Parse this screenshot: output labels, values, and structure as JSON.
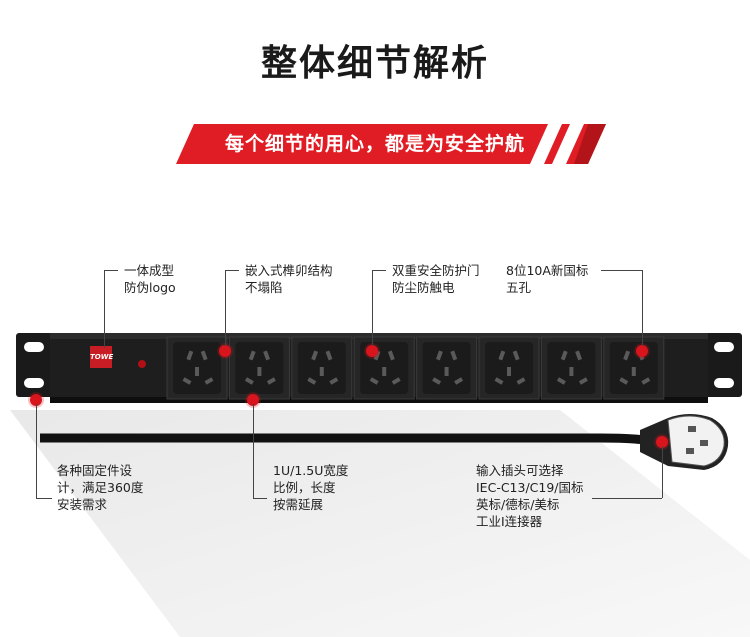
{
  "page": {
    "title": "整体细节解析",
    "banner": "每个细节的用心，都是为安全护航"
  },
  "callouts": {
    "integrated_anti_counterfeit": [
      "一体成型",
      "防伪logo"
    ],
    "embedded_mortise": [
      "嵌入式榫卯结构",
      "不塌陷"
    ],
    "safety_shutter": [
      "双重安全防护门",
      "防尘防触电"
    ],
    "outlets": [
      "8位10A新国标",
      "五孔"
    ],
    "mounting": [
      "各种固定件设",
      "计，满足360度",
      "安装需求"
    ],
    "width": [
      "1U/1.5U宽度",
      "比例，长度",
      "按需延展"
    ],
    "plug": [
      "输入插头可选择",
      "IEC-C13/C19/国标",
      "英标/德标/美标",
      "工业I连接器"
    ]
  },
  "product": {
    "outlet_count": 8,
    "body_color": "#1e1e1e",
    "accent_color": "#d8151c"
  },
  "icons": [
    "socket-icon",
    "plug-icon",
    "indicator-light-icon"
  ]
}
